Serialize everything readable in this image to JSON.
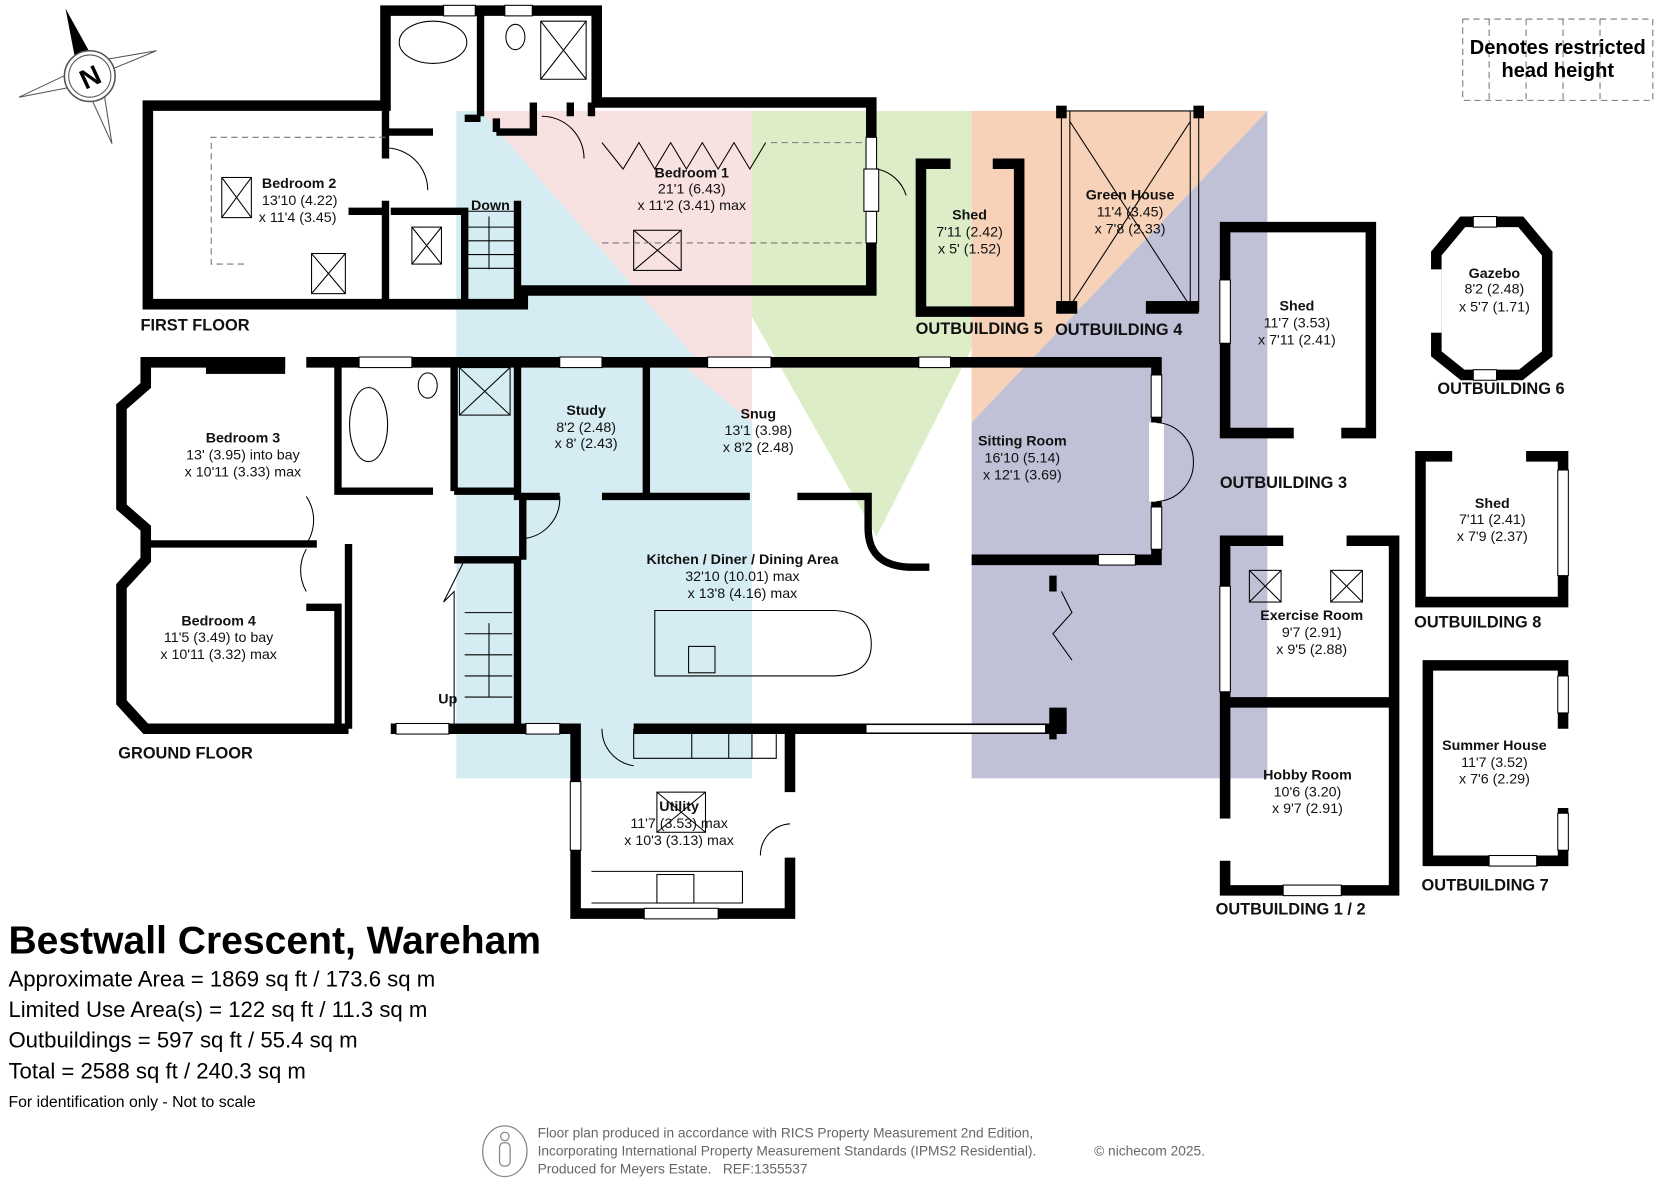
{
  "legend": {
    "line1": "Denotes restricted",
    "line2": "head height"
  },
  "compass": {
    "label": "N"
  },
  "floors": {
    "first": "FIRST FLOOR",
    "ground": "GROUND FLOOR"
  },
  "stairs": {
    "down": "Down",
    "up": "Up"
  },
  "outbuildings": [
    "OUTBUILDING 5",
    "OUTBUILDING 4",
    "OUTBUILDING 3",
    "OUTBUILDING 6",
    "OUTBUILDING 8",
    "OUTBUILDING 1 / 2",
    "OUTBUILDING 7"
  ],
  "rooms": [
    {
      "name": "Bedroom 2",
      "dim1": "13'10 (4.22)",
      "dim2": "x 11'4 (3.45)"
    },
    {
      "name": "Bedroom 1",
      "dim1": "21'1 (6.43)",
      "dim2": "x 11'2 (3.41) max"
    },
    {
      "name": "Shed",
      "dim1": "7'11 (2.42)",
      "dim2": "x 5' (1.52)"
    },
    {
      "name": "Green House",
      "dim1": "11'4 (3.45)",
      "dim2": "x 7'8 (2.33)"
    },
    {
      "name": "Shed",
      "dim1": "11'7 (3.53)",
      "dim2": "x 7'11 (2.41)"
    },
    {
      "name": "Gazebo",
      "dim1": "8'2 (2.48)",
      "dim2": "x 5'7 (1.71)"
    },
    {
      "name": "Bedroom 3",
      "dim1": "13' (3.95) into bay",
      "dim2": "x 10'11 (3.33) max"
    },
    {
      "name": "Study",
      "dim1": "8'2 (2.48)",
      "dim2": "x 8' (2.43)"
    },
    {
      "name": "Snug",
      "dim1": "13'1 (3.98)",
      "dim2": "x 8'2 (2.48)"
    },
    {
      "name": "Sitting Room",
      "dim1": "16'10 (5.14)",
      "dim2": "x 12'1 (3.69)"
    },
    {
      "name": "Kitchen / Diner / Dining Area",
      "dim1": "32'10 (10.01) max",
      "dim2": "x 13'8 (4.16) max"
    },
    {
      "name": "Bedroom 4",
      "dim1": "11'5 (3.49) to bay",
      "dim2": "x 10'11 (3.32) max"
    },
    {
      "name": "Exercise Room",
      "dim1": "9'7 (2.91)",
      "dim2": "x 9'5 (2.88)"
    },
    {
      "name": "Shed",
      "dim1": "7'11 (2.41)",
      "dim2": "x 7'9 (2.37)"
    },
    {
      "name": "Utility",
      "dim1": "11'7 (3.53) max",
      "dim2": "x 10'3 (3.13) max"
    },
    {
      "name": "Hobby Room",
      "dim1": "10'6 (3.20)",
      "dim2": "x 9'7 (2.91)"
    },
    {
      "name": "Summer House",
      "dim1": "11'7 (3.52)",
      "dim2": "x 7'6 (2.29)"
    }
  ],
  "property": {
    "title": "Bestwall Crescent, Wareham",
    "areas": [
      "Approximate Area = 1869 sq ft / 173.6 sq m",
      "Limited Use Area(s) = 122 sq ft / 11.3 sq m",
      "Outbuildings = 597 sq ft / 55.4 sq m",
      "Total = 2588 sq ft / 240.3 sq m"
    ],
    "note": "For identification only - Not to scale"
  },
  "footer": {
    "line1": "Floor plan produced in accordance with RICS Property Measurement 2nd Edition,",
    "line2": "Incorporating International Property Measurement Standards (IPMS2 Residential).",
    "copyright": "© nichecom 2025.",
    "line3": "Produced for Meyers Estate.   REF:1355537"
  },
  "colors": {
    "blue": "#d5edf2",
    "pink": "#f8e1e1",
    "green": "#dcedc8",
    "orange": "#f7d2b8",
    "lavender": "#c0c0d6"
  }
}
